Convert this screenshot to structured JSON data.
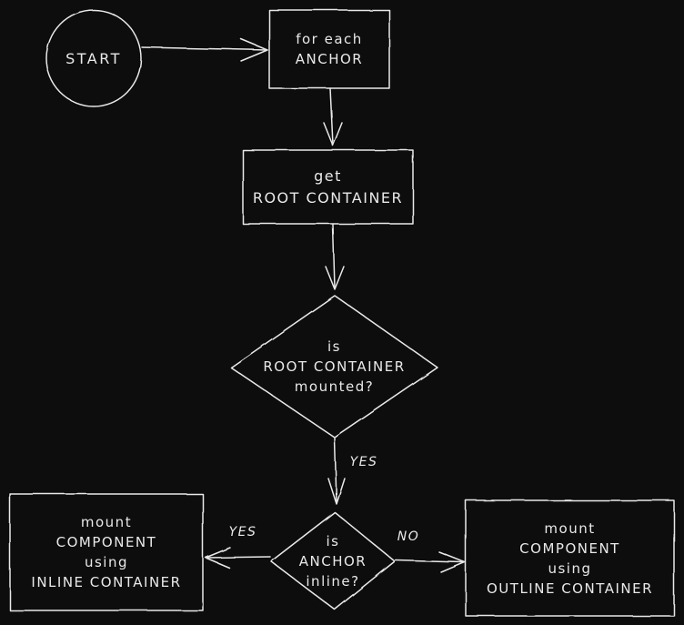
{
  "canvas": {
    "background": "#0d0d0d",
    "stroke": "#e9e9e9"
  },
  "nodes": {
    "start": {
      "shape": "circle",
      "label": "START"
    },
    "for_each_anchor": {
      "shape": "rectangle",
      "label": "for each\nANCHOR"
    },
    "get_root_container": {
      "shape": "rectangle",
      "label": "get\nROOT CONTAINER"
    },
    "is_root_container_mounted": {
      "shape": "diamond",
      "label": "is\nROOT CONTAINER\nmounted?"
    },
    "is_anchor_inline": {
      "shape": "diamond",
      "label": "is\nANCHOR\ninline?"
    },
    "mount_inline_container": {
      "shape": "rectangle",
      "label": "mount\nCOMPONENT\nusing\nINLINE CONTAINER"
    },
    "mount_outline_container": {
      "shape": "rectangle",
      "label": "mount\nCOMPONENT\nusing\nOUTLINE CONTAINER"
    }
  },
  "edges": {
    "root_mounted_yes": {
      "label": "YES"
    },
    "anchor_inline_yes": {
      "label": "YES"
    },
    "anchor_inline_no": {
      "label": "NO"
    }
  }
}
